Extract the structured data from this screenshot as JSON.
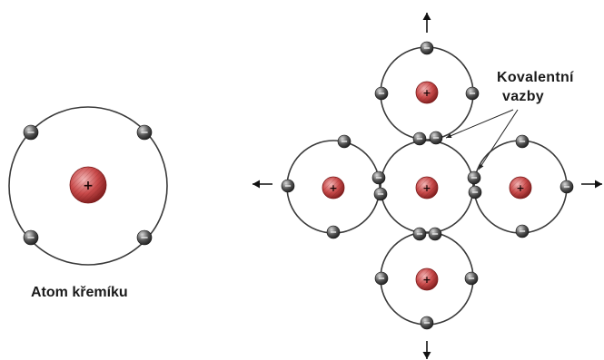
{
  "texts": {
    "atom_caption": "Atom křemíku",
    "bonds_label_line1": "Kovalentní",
    "bonds_label_line2": "vazby"
  },
  "symbols": {
    "nucleus": "+",
    "electron": "−"
  },
  "colors": {
    "orbit": "#3a3a3a",
    "nucleus_light": "#f3b7b7",
    "nucleus_mid": "#c94a4a",
    "nucleus_dark": "#7a1a1a",
    "electron_light": "#d9d9d9",
    "electron_dark": "#1c1c1c",
    "arrow": "#111111"
  },
  "icons": {
    "nucleus": "nucleus-icon",
    "electron": "electron-icon",
    "arrow": "arrow-icon"
  }
}
